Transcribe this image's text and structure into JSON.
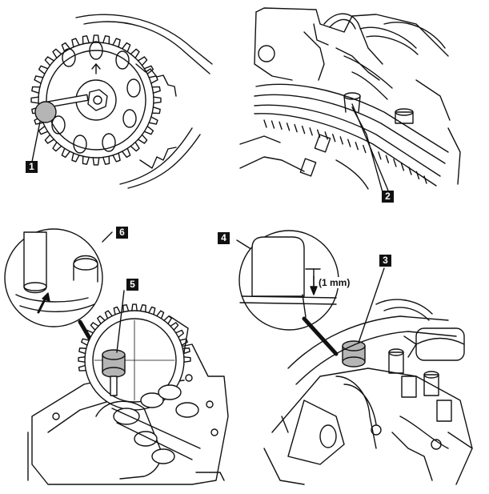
{
  "callouts": {
    "c1": "1",
    "c2": "2",
    "c3": "3",
    "c4": "4",
    "c5": "5",
    "c6": "6"
  },
  "dimension_label": "(1 mm)",
  "colors": {
    "line": "#111111",
    "shade": "#b5b5b5",
    "fill": "#ffffff"
  }
}
